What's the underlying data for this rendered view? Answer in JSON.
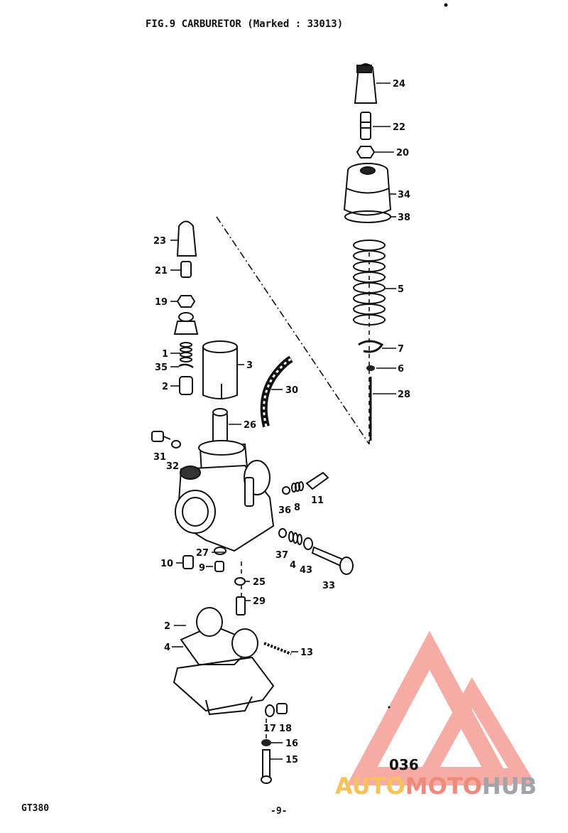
{
  "header": {
    "title": "FIG.9  CARBURETOR (Marked : 33013)"
  },
  "footer": {
    "model": "GT380",
    "page": "-9-"
  },
  "stamp": "036",
  "watermark": {
    "part1": "AUTO",
    "part2": "MOTO",
    "part3": "HUB"
  },
  "callouts": [
    {
      "id": "c24",
      "text": "24"
    },
    {
      "id": "c22",
      "text": "22"
    },
    {
      "id": "c20",
      "text": "20"
    },
    {
      "id": "c34",
      "text": "34"
    },
    {
      "id": "c38",
      "text": "38"
    },
    {
      "id": "c5",
      "text": "5"
    },
    {
      "id": "c7",
      "text": "7"
    },
    {
      "id": "c6",
      "text": "6"
    },
    {
      "id": "c28",
      "text": "28"
    },
    {
      "id": "c23",
      "text": "23"
    },
    {
      "id": "c21",
      "text": "21"
    },
    {
      "id": "c19",
      "text": "19"
    },
    {
      "id": "c1",
      "text": "1"
    },
    {
      "id": "c35",
      "text": "35"
    },
    {
      "id": "c2a",
      "text": "2"
    },
    {
      "id": "c3",
      "text": "3"
    },
    {
      "id": "c30",
      "text": "30"
    },
    {
      "id": "c26",
      "text": "26"
    },
    {
      "id": "c31",
      "text": "31"
    },
    {
      "id": "c32",
      "text": "32"
    },
    {
      "id": "c36",
      "text": "36"
    },
    {
      "id": "c8",
      "text": "8"
    },
    {
      "id": "c11",
      "text": "11"
    },
    {
      "id": "c37",
      "text": "37"
    },
    {
      "id": "c4",
      "text": "4"
    },
    {
      "id": "c43",
      "text": "43"
    },
    {
      "id": "c33",
      "text": "33"
    },
    {
      "id": "c27",
      "text": "27"
    },
    {
      "id": "c10",
      "text": "10"
    },
    {
      "id": "c9",
      "text": "9"
    },
    {
      "id": "c25",
      "text": "25"
    },
    {
      "id": "c29",
      "text": "29"
    },
    {
      "id": "c12",
      "text": "2"
    },
    {
      "id": "c14",
      "text": "4"
    },
    {
      "id": "c13",
      "text": "13"
    },
    {
      "id": "c17",
      "text": "17"
    },
    {
      "id": "c18",
      "text": "18"
    },
    {
      "id": "c16",
      "text": "16"
    },
    {
      "id": "c15",
      "text": "15"
    }
  ]
}
